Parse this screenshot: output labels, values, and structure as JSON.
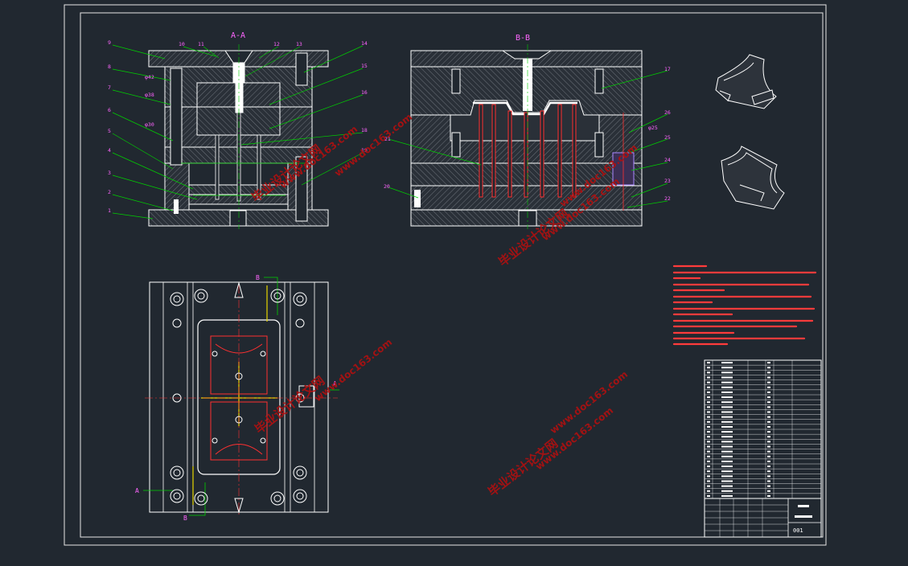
{
  "section_aa": {
    "title": "A-A",
    "part_numbers": [
      "1",
      "2",
      "3",
      "4",
      "5",
      "6",
      "7",
      "8",
      "9",
      "10",
      "11",
      "12",
      "13",
      "14",
      "15",
      "16",
      "18",
      "19"
    ],
    "dims": [
      "φ42",
      "φ38",
      "φ30"
    ]
  },
  "section_bb": {
    "title": "B-B",
    "part_numbers": [
      "17",
      "20",
      "21",
      "22",
      "23",
      "24",
      "25",
      "26"
    ],
    "dims": [
      "φ25"
    ]
  },
  "plan_view": {
    "cut_markers": [
      "B",
      "B",
      "A",
      "A"
    ]
  },
  "title_block": {
    "drawing_no": "001"
  },
  "watermark": {
    "cn": "毕业设计论文网",
    "url": "www.doc163.com"
  },
  "colors": {
    "background": "#212830",
    "frame": "#e6e6e6",
    "outline": "#ffffff",
    "leader": "#00d000",
    "label": "#ff66ff",
    "hidden_line": "#ff3030",
    "notes_text": "#ff3b3b",
    "watermark": "#b01010"
  }
}
